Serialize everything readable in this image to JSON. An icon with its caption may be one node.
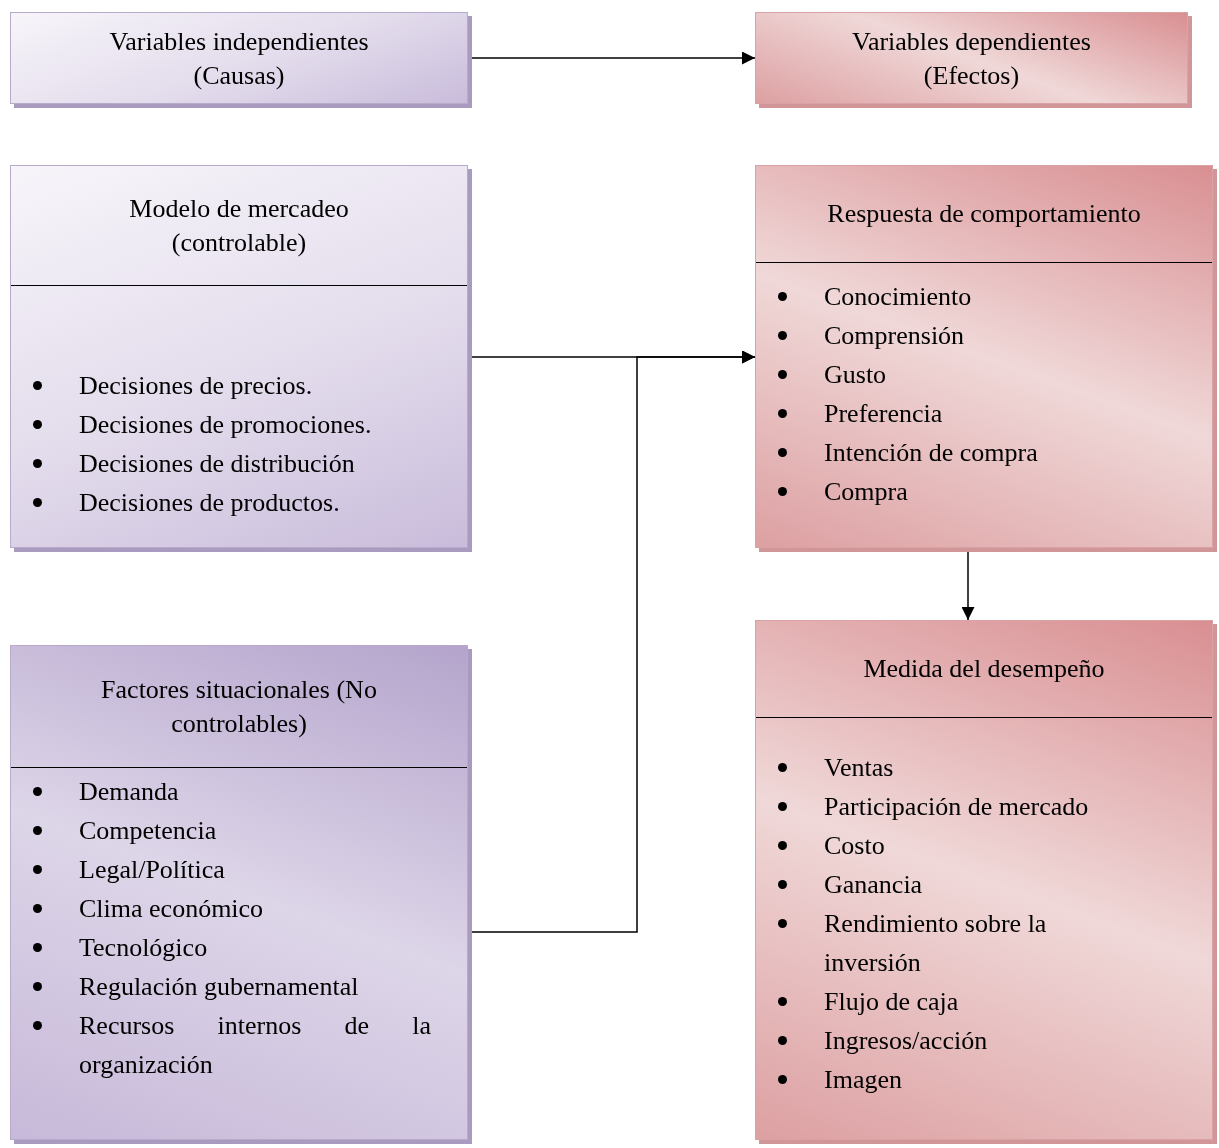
{
  "diagram": {
    "nodes": [
      {
        "text": [
          "Variables independientes (Causas)"
        ]
      },
      {
        "text": [
          "Variables dependientes (Efectos)"
        ]
      },
      {
        "text": [
          "Modelo de mercadeo (controlable)",
          "Decisiones de precios.",
          "Decisiones de promociones.",
          "Decisiones de distribución",
          "Decisiones de productos."
        ]
      },
      {
        "text": [
          "Respuesta de comportamiento",
          "Conocimiento",
          "Comprensión",
          "Gusto",
          "Preferencia",
          "Intención de compra",
          "Compra"
        ]
      },
      {
        "text": [
          "Factores situacionales (No controlables)",
          "Demanda",
          "Competencia",
          "Legal/Política",
          "Clima económico",
          "Tecnológico",
          "Regulación gubernamental",
          "Recursos internos de la organización"
        ]
      },
      {
        "text": [
          "Medida del desempeño",
          "Ventas",
          "Participación de mercado",
          "Costo",
          "Ganancia",
          "Rendimiento sobre la inversión",
          "Flujo de caja",
          "Ingresos/acción",
          "Imagen"
        ]
      }
    ],
    "edges": [
      {
        "from": 0,
        "to": 1,
        "arrow": "to"
      },
      {
        "from": 2,
        "to": 3,
        "arrow": "to"
      },
      {
        "from": 4,
        "to": 3,
        "arrow": "to"
      },
      {
        "from": 3,
        "to": 5,
        "arrow": "to"
      }
    ]
  }
}
